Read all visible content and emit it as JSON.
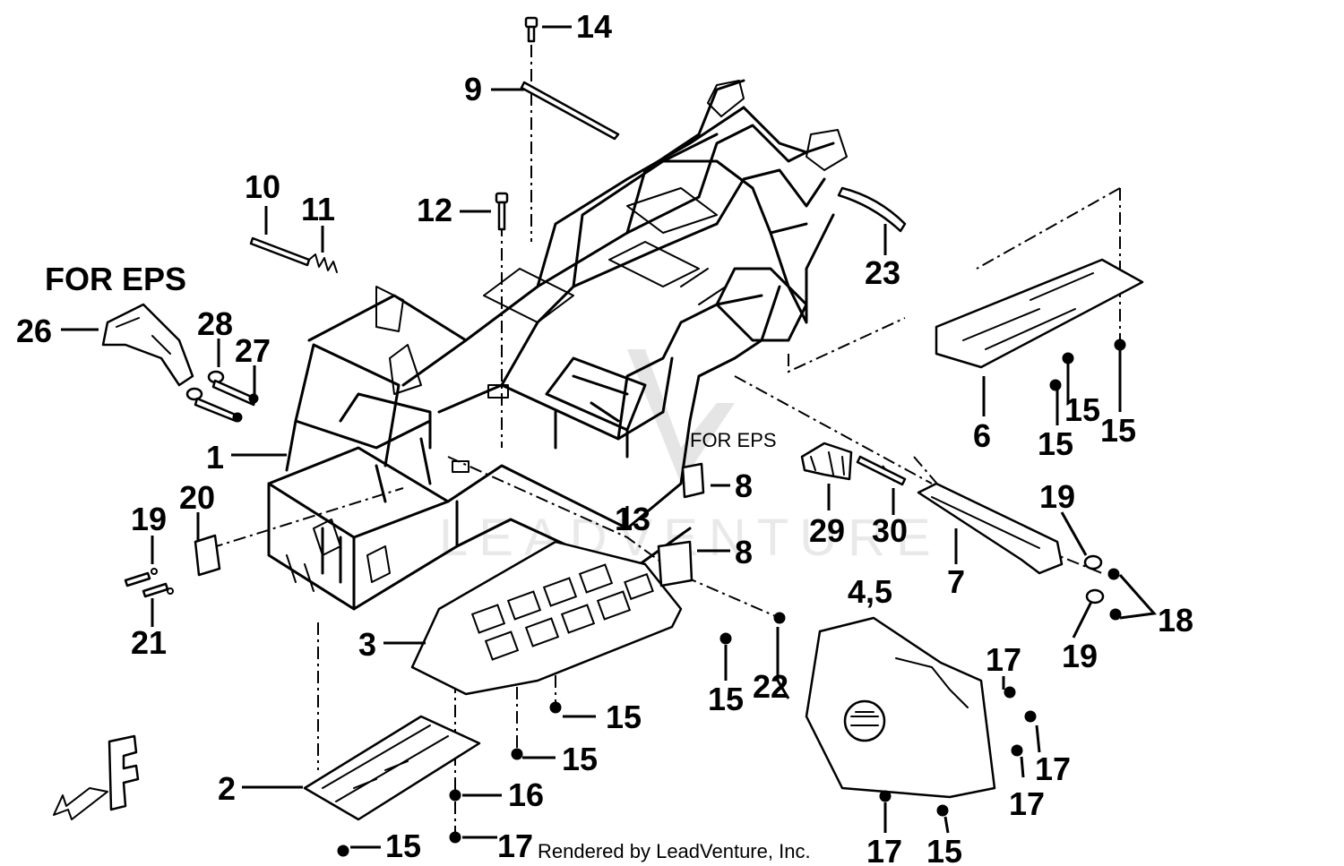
{
  "diagram": {
    "notes": {
      "for_eps_main": "FOR EPS",
      "for_eps_small": "FOR EPS"
    },
    "footer": "Rendered by LeadVenture, Inc.",
    "watermark": "LEADVENTURE",
    "labels": {
      "l1": "1",
      "l2": "2",
      "l3": "3",
      "l45": "4,5",
      "l6": "6",
      "l7": "7",
      "l8a": "8",
      "l8b": "8",
      "l9": "9",
      "l10": "10",
      "l11": "11",
      "l12": "12",
      "l13": "13",
      "l14": "14",
      "l15a": "15",
      "l15b": "15",
      "l15c": "15",
      "l15d": "15",
      "l15e": "15",
      "l15f": "15",
      "l15g": "15",
      "l15h": "15",
      "l16": "16",
      "l17a": "17",
      "l17b": "17",
      "l17c": "17",
      "l17d": "17",
      "l17e": "17",
      "l18": "18",
      "l19a": "19",
      "l19b": "19",
      "l19c": "19",
      "l20": "20",
      "l21": "21",
      "l22": "22",
      "l23": "23",
      "l26": "26",
      "l27": "27",
      "l28": "28",
      "l29": "29",
      "l30": "30"
    }
  }
}
